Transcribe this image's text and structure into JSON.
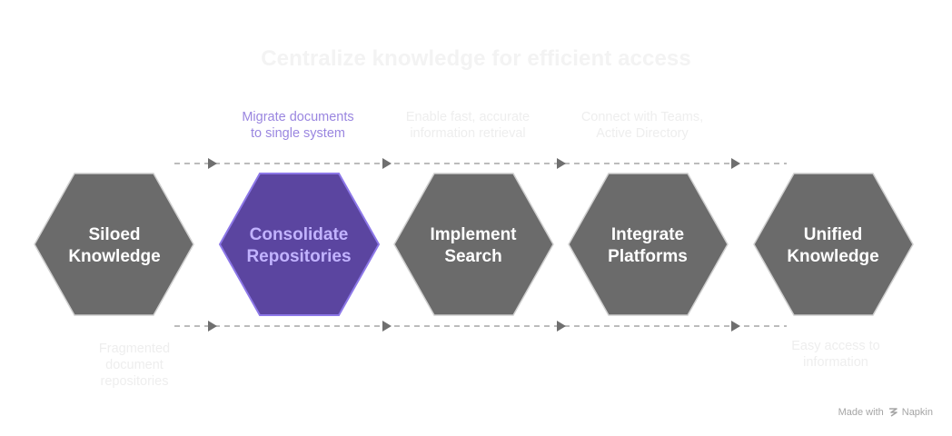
{
  "title": "Centralize knowledge for efficient access",
  "steps": [
    {
      "label_1": "Siloed",
      "label_2": "Knowledge",
      "fill": "#6b6b6b",
      "active": false
    },
    {
      "label_1": "Consolidate",
      "label_2": "Repositories",
      "fill": "#5b45a0",
      "active": true
    },
    {
      "label_1": "Implement",
      "label_2": "Search",
      "fill": "#6b6b6b",
      "active": false
    },
    {
      "label_1": "Integrate",
      "label_2": "Platforms",
      "fill": "#6b6b6b",
      "active": false
    },
    {
      "label_1": "Unified",
      "label_2": "Knowledge",
      "fill": "#6b6b6b",
      "active": false
    }
  ],
  "top_notes": [
    {
      "line_1": "Migrate documents",
      "line_2": "to single system"
    },
    {
      "line_1": "Enable fast, accurate",
      "line_2": "information retrieval"
    },
    {
      "line_1": "Connect with Teams,",
      "line_2": "Active Directory"
    }
  ],
  "bottom_notes": {
    "start": {
      "line_1": "Fragmented",
      "line_2": "document",
      "line_3": "repositories"
    },
    "end": {
      "line_1": "Easy access to",
      "line_2": "information"
    }
  },
  "footer": {
    "made_with": "Made with",
    "brand": "Napkin"
  },
  "colors": {
    "hex_default": "#6b6b6b",
    "hex_active": "#5b45a0",
    "hex_active_stroke": "#8d78e8",
    "connector": "#a6a6a6",
    "arrowhead": "#6f6f6f"
  }
}
